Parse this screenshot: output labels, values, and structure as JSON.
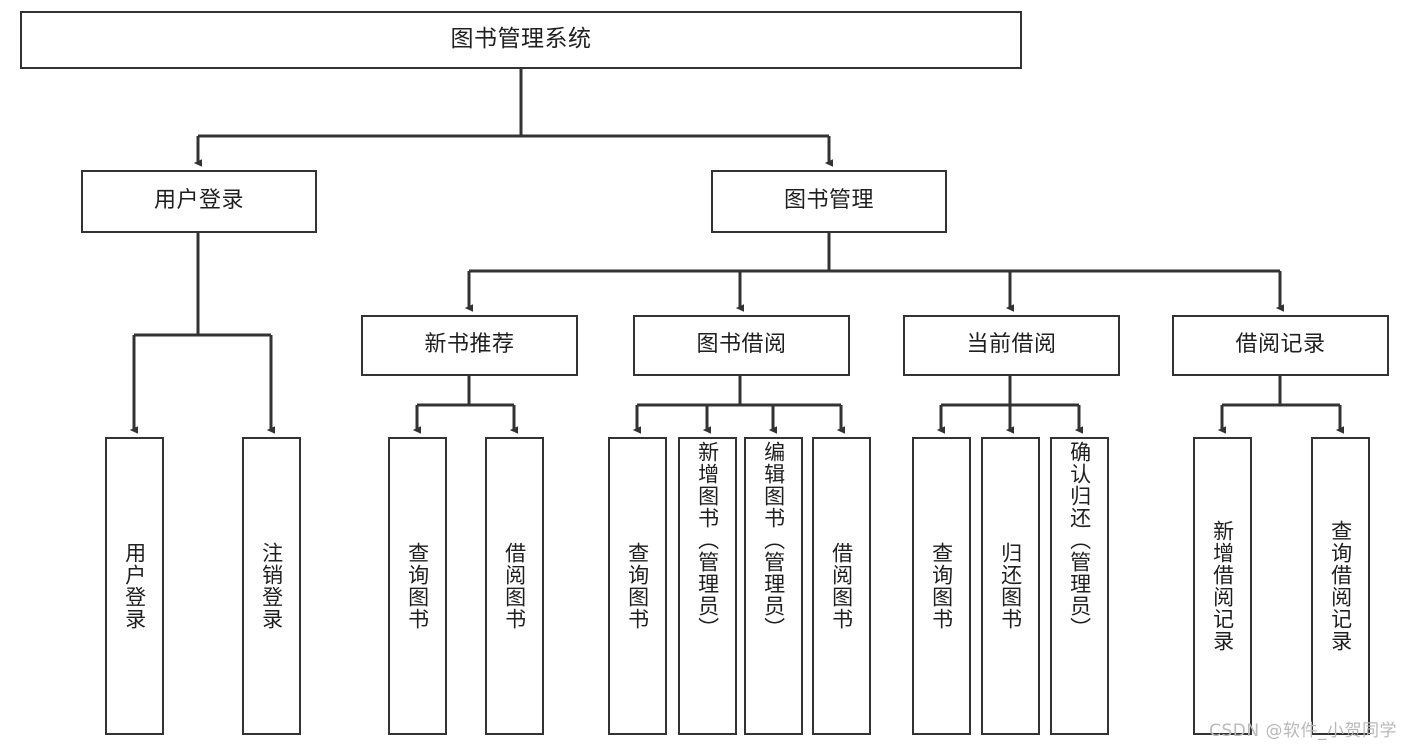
{
  "diagram": {
    "title": "图书管理系统",
    "type": "tree-hierarchy-chart",
    "root": {
      "label": "图书管理系统"
    },
    "level2": [
      {
        "label": "用户登录"
      },
      {
        "label": "图书管理"
      }
    ],
    "level3": [
      {
        "label": "新书推荐"
      },
      {
        "label": "图书借阅"
      },
      {
        "label": "当前借阅"
      },
      {
        "label": "借阅记录"
      }
    ],
    "leaves": [
      {
        "label": "用户登录"
      },
      {
        "label": "注销登录"
      },
      {
        "label": "查询图书"
      },
      {
        "label": "借阅图书"
      },
      {
        "label": "查询图书"
      },
      {
        "label": "新增图书（管理员）"
      },
      {
        "label": "编辑图书（管理员）"
      },
      {
        "label": "借阅图书"
      },
      {
        "label": "查询图书"
      },
      {
        "label": "归还图书"
      },
      {
        "label": "确认归还（管理员）"
      },
      {
        "label": "新增借阅记录"
      },
      {
        "label": "查询借阅记录"
      }
    ],
    "watermark": "CSDN @软件_小贺同学",
    "colors": {
      "box_border": "#333333",
      "box_fill": "#ffffff",
      "connector": "#333333",
      "text": "#1f1f1f",
      "watermark": "#b9b9b9",
      "background": "#ffffff"
    }
  }
}
